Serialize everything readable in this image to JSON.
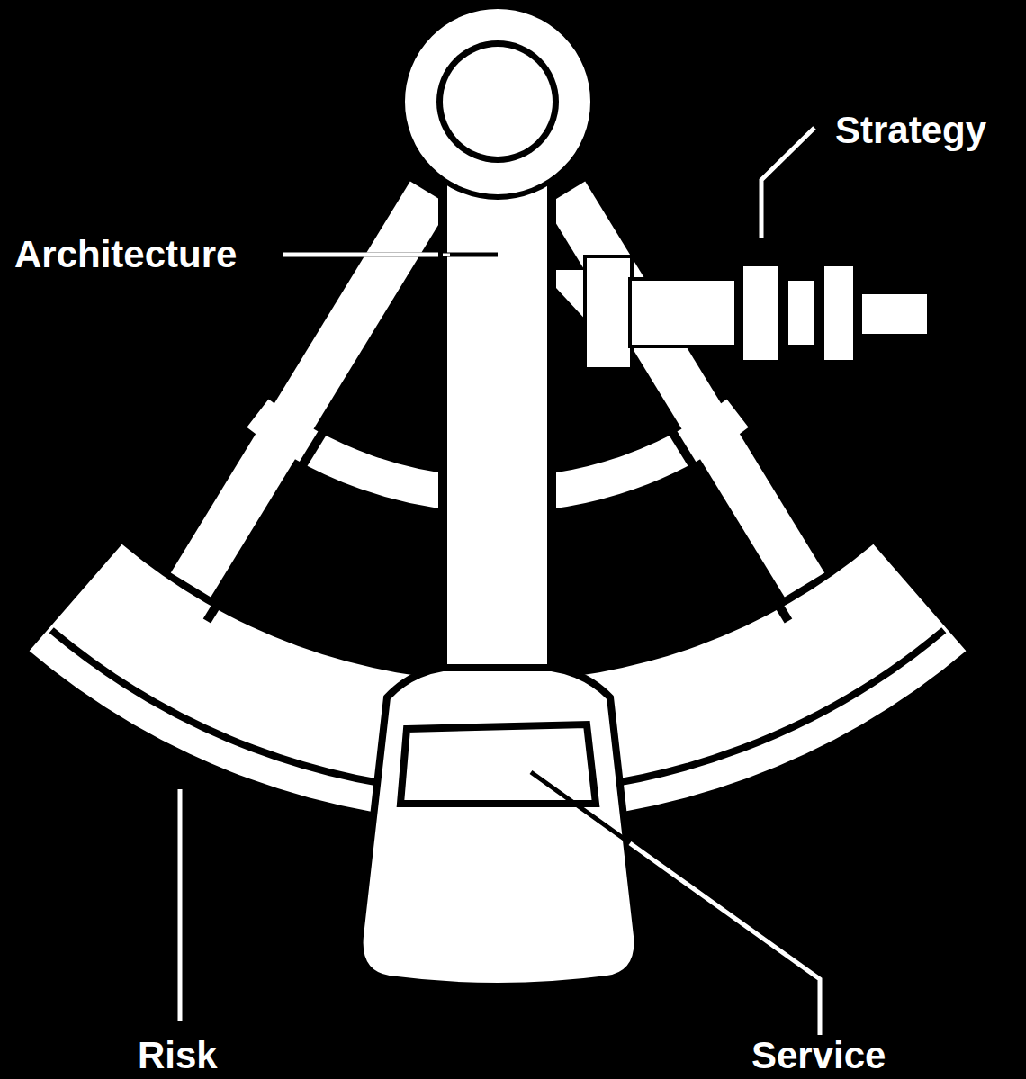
{
  "diagram": {
    "labels": [
      "Strategy",
      "Architecture",
      "Risk",
      "Service"
    ]
  }
}
